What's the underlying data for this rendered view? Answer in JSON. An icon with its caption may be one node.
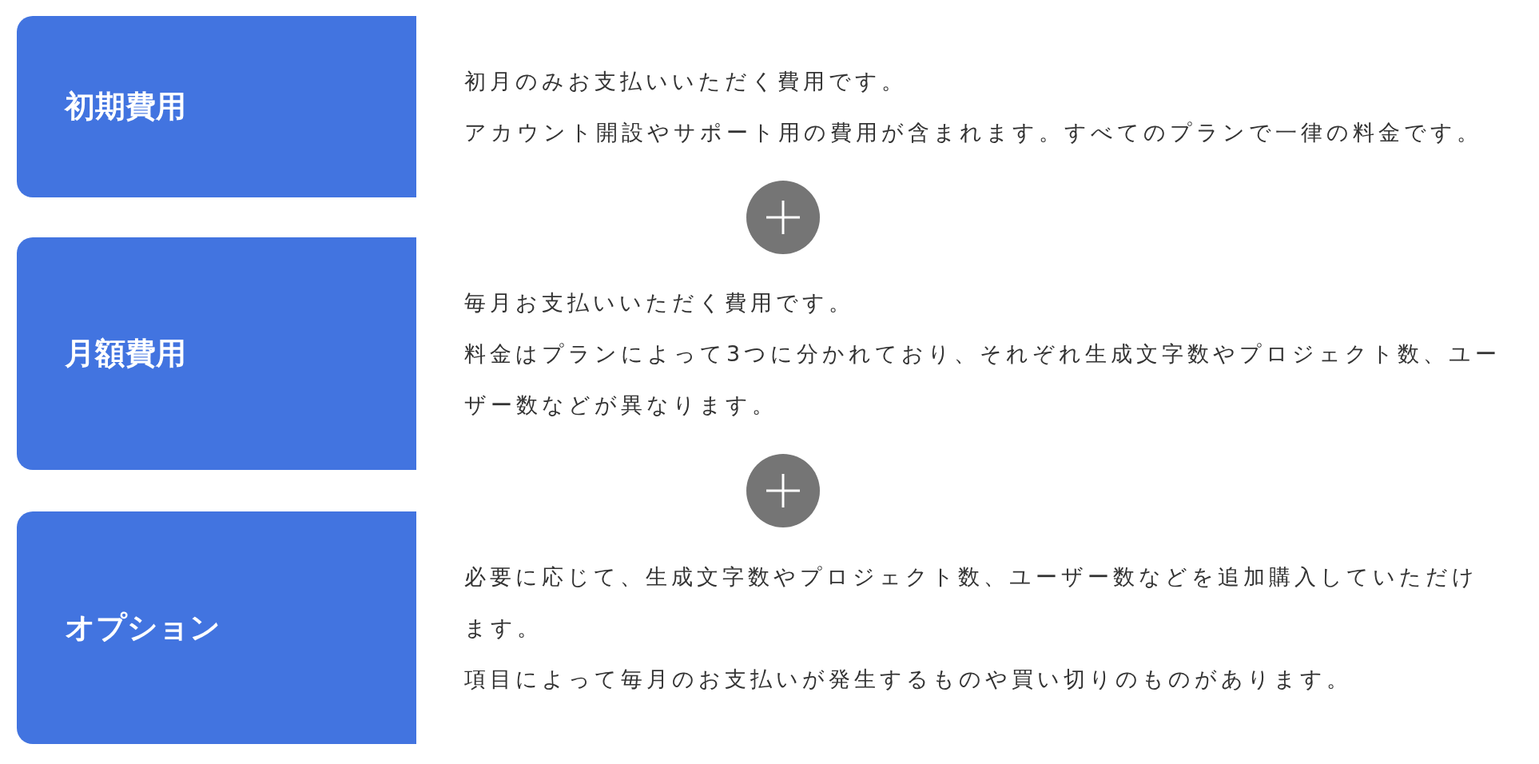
{
  "diagram": {
    "nodes": [
      {
        "text": [
          "初期費用"
        ],
        "beside": [
          "初月のみお支払いいただく費用です。",
          "アカウント開設やサポート用の費用が含まれます。すべてのプランで一律の料金です。"
        ]
      },
      {
        "text": [
          "月額費用"
        ],
        "beside": [
          "毎月お支払いいただく費用です。",
          "料金はプランによって3つに分かれており、それぞれ生成文字数やプロジェクト数、ユーザー数などが異なります。"
        ]
      },
      {
        "text": [
          "オプション"
        ],
        "beside": [
          "必要に応じて、生成文字数やプロジェクト数、ユーザー数などを追加購入していただけます。",
          "項目によって毎月のお支払いが発生するものや買い切りのものがあります。"
        ]
      }
    ]
  }
}
